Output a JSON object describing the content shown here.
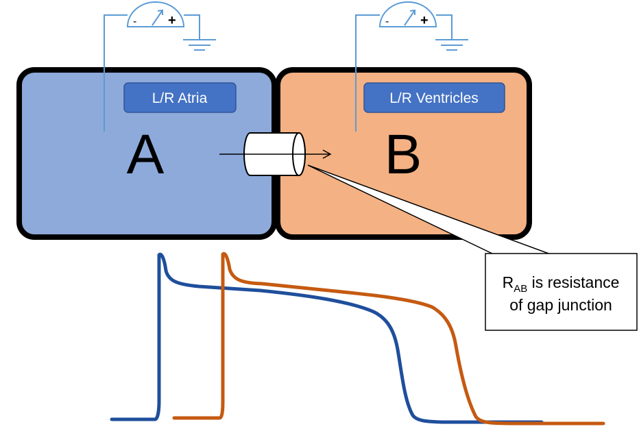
{
  "cell_a": {
    "letter": "A",
    "label": "L/R Atria",
    "fill": "#8eaadb",
    "label_fill": "#4472c4"
  },
  "cell_b": {
    "letter": "B",
    "label": "L/R Ventricles",
    "fill": "#f4b183",
    "label_fill": "#4472c4"
  },
  "meter_a": {
    "minus": "-",
    "plus": "+"
  },
  "meter_b": {
    "minus": "-",
    "plus": "+"
  },
  "callout": {
    "symbol": "R",
    "subscript": "AB",
    "line1_rest": " is resistance",
    "line2": "of gap junction"
  },
  "colors": {
    "trace_a": "#1f4e9c",
    "trace_b": "#c55a11",
    "wire": "#5b9bd5",
    "border": "#000000"
  },
  "chart_data": {
    "type": "line",
    "title": "",
    "xlabel": "",
    "ylabel": "",
    "series": [
      {
        "name": "",
        "color": "#1f4e9c"
      },
      {
        "name": "",
        "color": "#c55a11"
      }
    ]
  }
}
